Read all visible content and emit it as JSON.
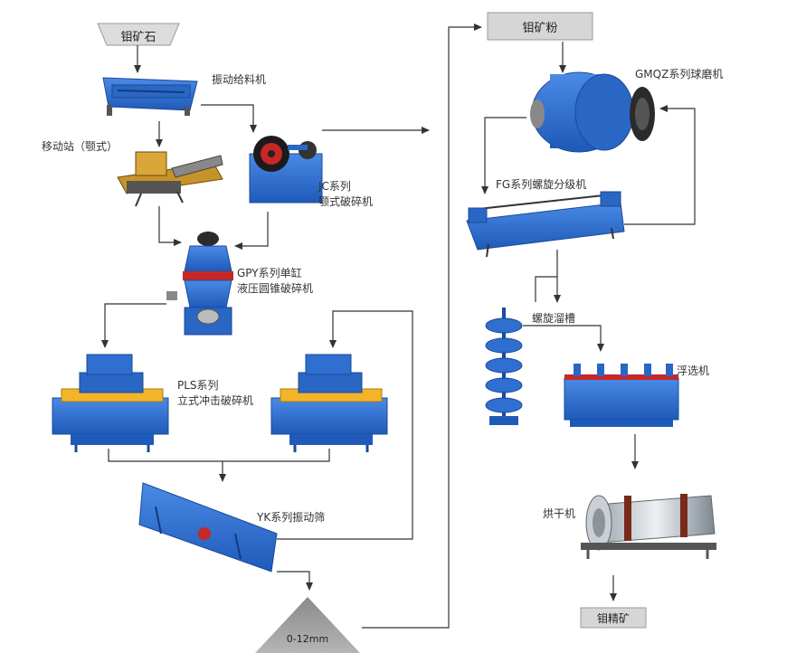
{
  "input_label": "钼矿石",
  "mid_label": "钼矿粉",
  "output_label": "钼精矿",
  "size_label": "0-12mm",
  "colors": {
    "machine_blue": "#2f6fd0",
    "gray_box": "#d6d6d6",
    "arrow": "#333333"
  },
  "machines": {
    "feeder": "振动给料机",
    "mobile": "移动站（颚式）",
    "jaw": [
      "JC系列",
      "颚式破碎机"
    ],
    "cone": [
      "GPY系列单缸",
      "液压圆锥破碎机"
    ],
    "impact": [
      "PLS系列",
      "立式冲击破碎机"
    ],
    "screen": "YK系列振动筛",
    "ballmill": "GMQZ系列球磨机",
    "classifier": "FG系列螺旋分级机",
    "spiral": "螺旋溜槽",
    "flotation": "浮选机",
    "dryer": "烘干机"
  }
}
